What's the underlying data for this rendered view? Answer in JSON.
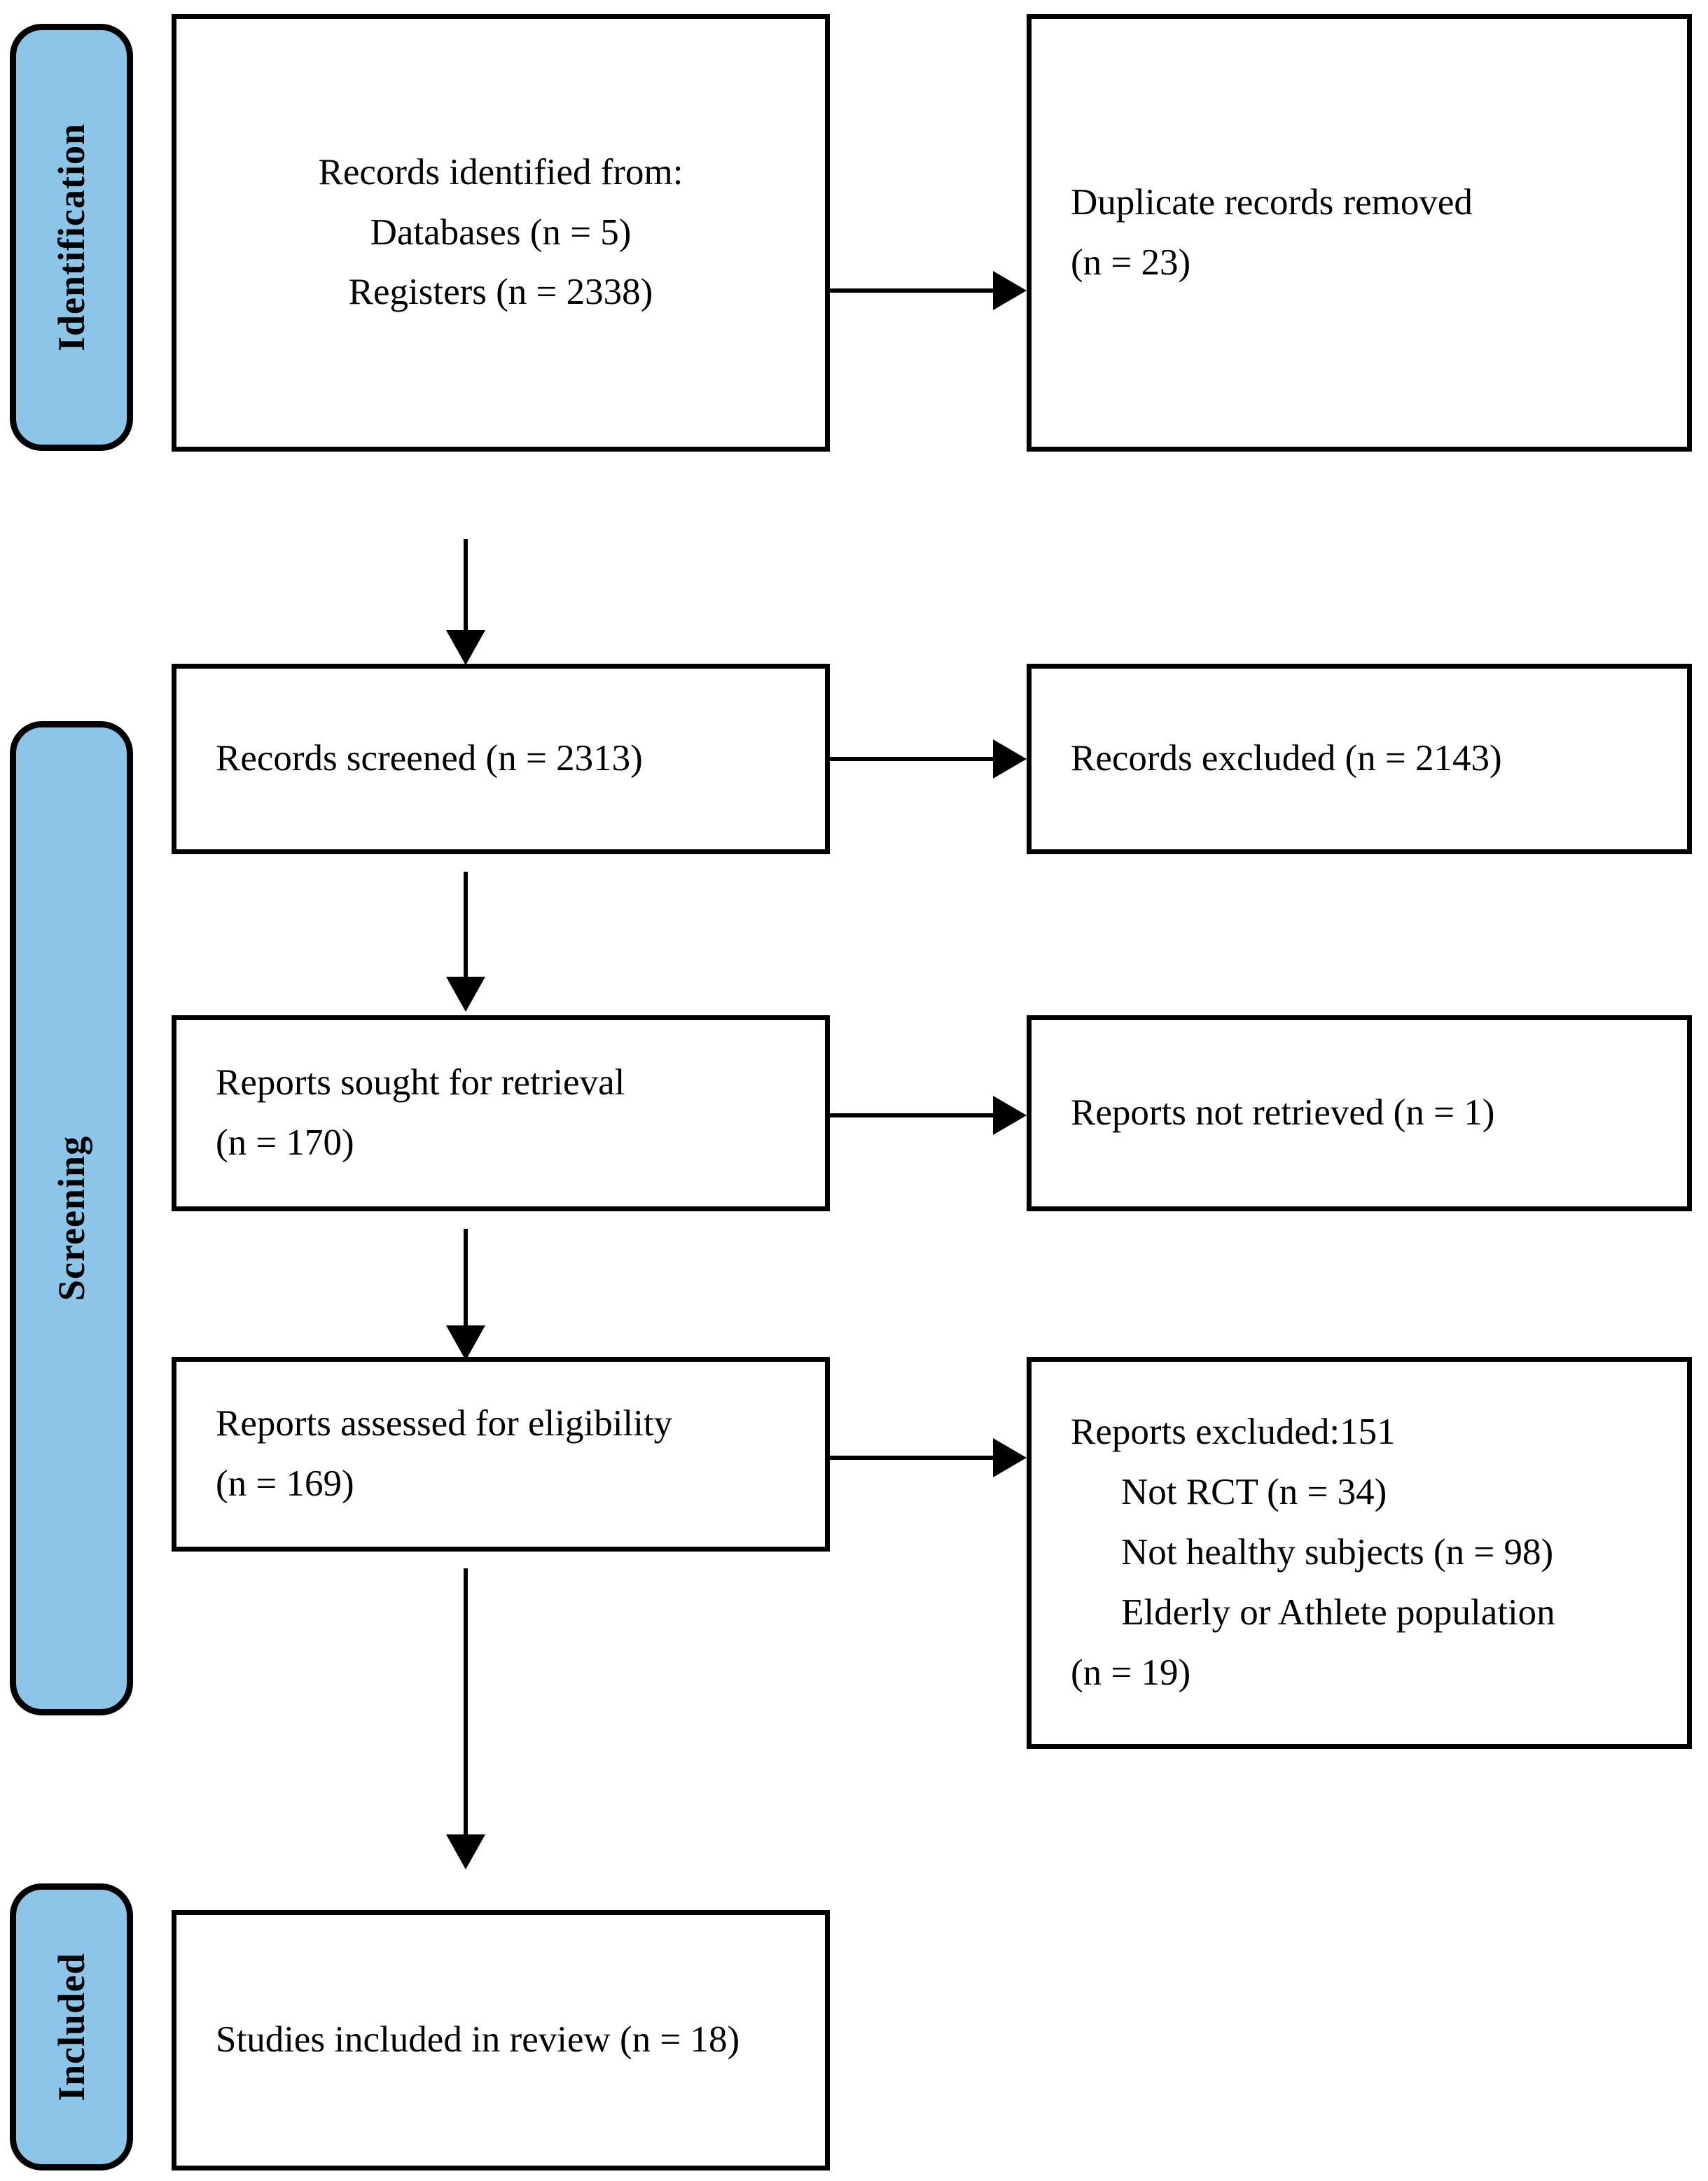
{
  "diagram": {
    "type": "prisma-flow-diagram",
    "stages": [
      {
        "id": "identification",
        "label": "Identification"
      },
      {
        "id": "screening",
        "label": "Screening"
      },
      {
        "id": "included",
        "label": "Included"
      }
    ],
    "boxes": {
      "records_identified": {
        "lines": [
          "Records identified from:",
          "Databases (n = 5)",
          "Registers (n = 2338)"
        ]
      },
      "duplicates_removed": {
        "lines": [
          "Duplicate records removed",
          "(n = 23)"
        ]
      },
      "records_screened": {
        "lines": [
          "Records screened (n = 2313)"
        ]
      },
      "records_excluded": {
        "lines": [
          "Records excluded (n = 2143)"
        ]
      },
      "reports_sought": {
        "lines": [
          "Reports sought for retrieval",
          "(n = 170)"
        ]
      },
      "reports_not_retrieved": {
        "lines": [
          "Reports not retrieved (n = 1)"
        ]
      },
      "reports_assessed": {
        "lines": [
          "Reports assessed for eligibility",
          "(n = 169)"
        ]
      },
      "reports_excluded_detail": {
        "heading": "Reports excluded:151",
        "reasons": [
          "Not RCT (n = 34)",
          "Not healthy subjects (n = 98)",
          "Elderly or Athlete population",
          "(n = 19)"
        ]
      },
      "studies_included": {
        "lines": [
          "Studies included in review (n = 18)"
        ]
      }
    },
    "colors": {
      "stage_bar_fill": "#8cc5e8",
      "outline": "#000000",
      "background": "#ffffff"
    }
  }
}
